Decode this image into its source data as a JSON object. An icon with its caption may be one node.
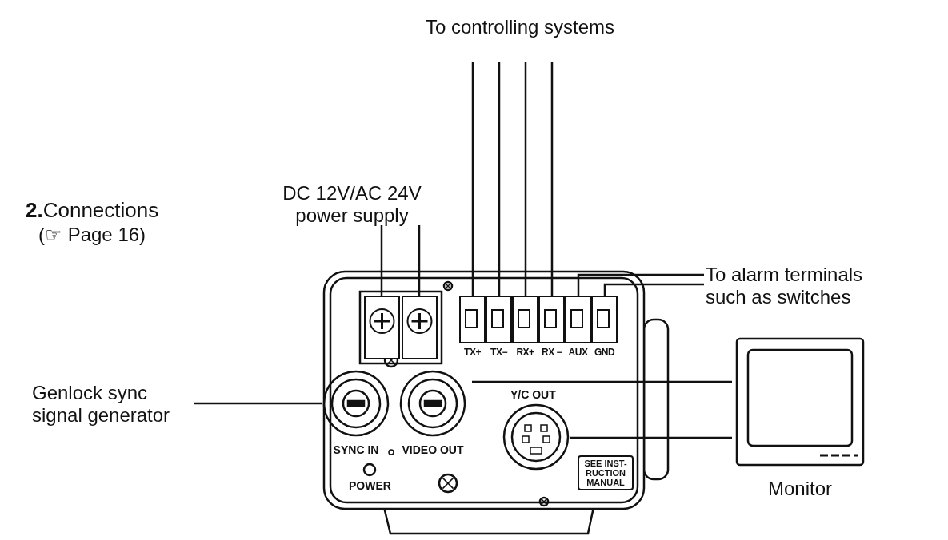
{
  "diagram": {
    "title": "**2.**Connections",
    "nodes": [
      {
        "text": [
          "DC 12V/AC 24V power supply"
        ]
      },
      {
        "text": [
          "To controlling systems"
        ]
      },
      {
        "text": [
          "To alarm terminals such as switches"
        ]
      },
      {
        "text": [
          "Genlock sync signal generator"
        ]
      },
      {
        "text": [
          "Monitor"
        ]
      },
      {
        "text": [],
        "shape": "box"
      },
      {
        "text": [],
        "shape": "box"
      },
      {
        "text": [
          "TX+"
        ]
      },
      {
        "text": [
          "TX−"
        ]
      },
      {
        "text": [
          "RX+"
        ]
      },
      {
        "text": [
          "RX −"
        ]
      },
      {
        "text": [
          "AUX"
        ]
      },
      {
        "text": [
          "GND"
        ]
      },
      {
        "text": [
          "SYNC IN"
        ]
      },
      {
        "text": [
          "VIDEO OUT"
        ]
      },
      {
        "text": [
          "Y/C OUT"
        ]
      }
    ],
    "edges": [
      {
        "from": 0,
        "to": 5,
        "arrow": "none"
      },
      {
        "from": 0,
        "to": 6,
        "arrow": "none"
      },
      {
        "from": 1,
        "to": 7,
        "arrow": "none"
      },
      {
        "from": 1,
        "to": 8,
        "arrow": "none"
      },
      {
        "from": 1,
        "to": 9,
        "arrow": "none"
      },
      {
        "from": 1,
        "to": 10,
        "arrow": "none"
      },
      {
        "from": 2,
        "to": 11,
        "arrow": "none"
      },
      {
        "from": 2,
        "to": 12,
        "arrow": "none"
      },
      {
        "from": 3,
        "to": 13,
        "arrow": "none"
      },
      {
        "from": 14,
        "to": 4,
        "arrow": "none"
      },
      {
        "from": 15,
        "to": 4,
        "arrow": "none"
      }
    ],
    "labels": [
      "(☞ Page 16)",
      "POWER",
      "SEE INST- RUCTION MANUAL"
    ]
  }
}
